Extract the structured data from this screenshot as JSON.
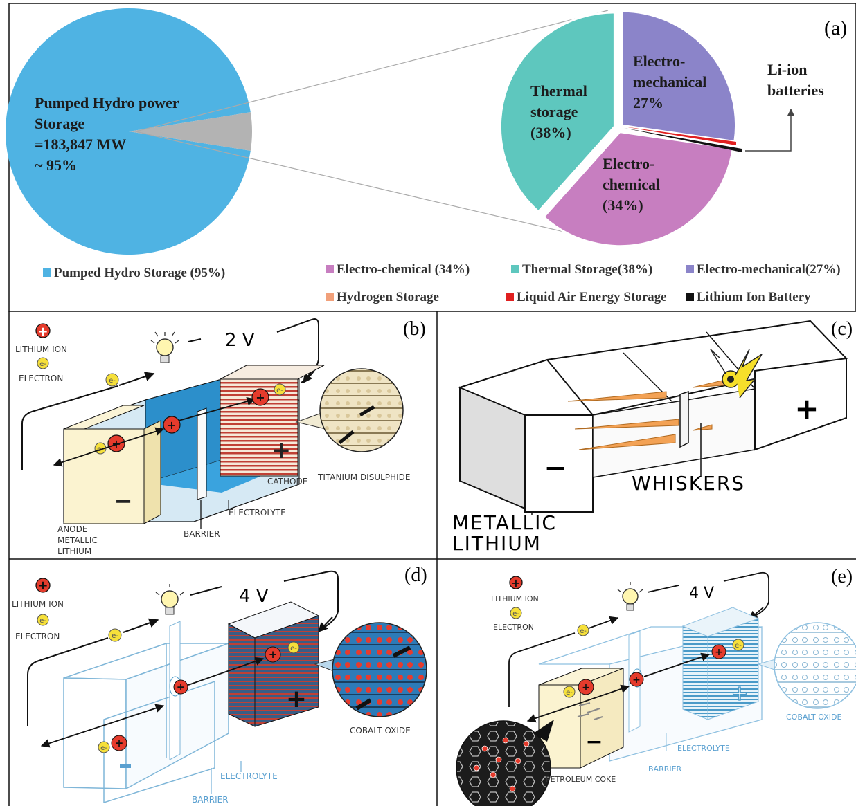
{
  "panel_a": {
    "tag": "(a)",
    "pumped_label": [
      "Pumped Hydro power",
      "Storage",
      "=183,847 MW",
      "~ 95%"
    ],
    "thermal_label": [
      "Thermal",
      "storage",
      "(38%)"
    ],
    "electro_mech_label": [
      "Electro-",
      "mechanical",
      "27%"
    ],
    "electro_chem_label": [
      "Electro-",
      "chemical",
      "(34%)"
    ],
    "liion_label": [
      "Li-ion",
      "batteries"
    ],
    "legend": [
      {
        "label": "Pumped Hydro Storage (95%)",
        "color": "#4fb3e3"
      },
      {
        "label": "Electro-chemical (34%)",
        "color": "#c77ec0"
      },
      {
        "label": "Thermal Storage(38%)",
        "color": "#5ec7be"
      },
      {
        "label": "Electro-mechanical(27%)",
        "color": "#8b84c9"
      },
      {
        "label": "Hydrogen Storage",
        "color": "#f1a07a"
      },
      {
        "label": "Liquid Air Energy Storage",
        "color": "#e02020"
      },
      {
        "label": "Lithium Ion Battery",
        "color": "#111111"
      }
    ],
    "colors": {
      "pumped": "#4fb3e3",
      "thermal": "#5ec7be",
      "electro_mech": "#8b84c9",
      "electro_chem": "#c77ec0",
      "other": "#b3b3b3"
    }
  },
  "chart_data": {
    "type": "pie",
    "main": [
      {
        "name": "Pumped Hydro Storage",
        "value": 95
      }
    ],
    "breakout": [
      {
        "name": "Thermal storage",
        "value": 38
      },
      {
        "name": "Electro-chemical",
        "value": 34
      },
      {
        "name": "Electro-mechanical",
        "value": 27
      }
    ]
  },
  "panel_b": {
    "tag": "(b)",
    "voltage": "2 V",
    "legend_ion": "LITHIUM ION",
    "legend_electron": "ELECTRON",
    "anode": [
      "ANODE",
      "METALLIC",
      "LITHIUM"
    ],
    "barrier": "BARRIER",
    "electrolyte": "ELECTROLYTE",
    "cathode": "CATHODE",
    "material": "TITANIUM DISULPHIDE"
  },
  "panel_c": {
    "tag": "(c)",
    "whiskers": "WHISKERS",
    "metal": [
      "METALLIC",
      "LITHIUM"
    ]
  },
  "panel_d": {
    "tag": "(d)",
    "voltage": "4 V",
    "legend_ion": "LITHIUM ION",
    "legend_electron": "ELECTRON",
    "material": "COBALT OXIDE",
    "electrolyte": "ELECTROLYTE",
    "barrier": "BARRIER"
  },
  "panel_e": {
    "tag": "(e)",
    "voltage": "4 V",
    "legend_ion": "LITHIUM ION",
    "legend_electron": "ELECTRON",
    "electrolyte": "ELECTROLYTE",
    "barrier": "BARRIER",
    "material": "COBALT OXIDE",
    "anode_material": "PETROLEUM COKE"
  },
  "glyphs": {
    "electron": "e-",
    "plus": "+",
    "minus": "−"
  }
}
